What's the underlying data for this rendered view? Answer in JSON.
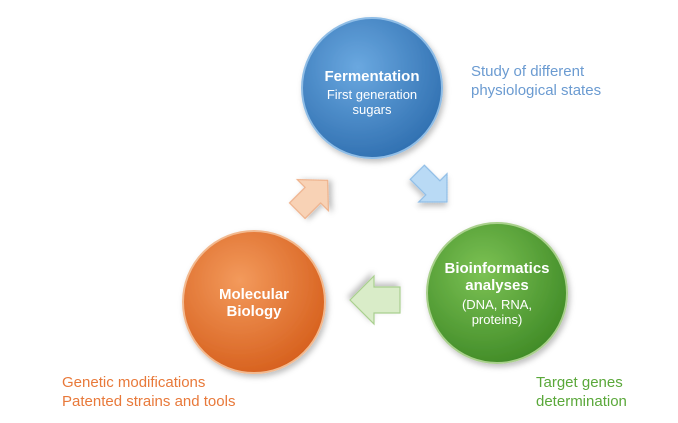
{
  "colors": {
    "fermentation": "#3f86c9",
    "bioinformatics": "#5aa83a",
    "molecular": "#e8742f",
    "arrow_blue": "#b9daf5",
    "arrow_green": "#d9ecc8",
    "arrow_orange": "#f8d2b5"
  },
  "nodes": {
    "fermentation": {
      "title": "Fermentation",
      "subtitle_line1": "First generation",
      "subtitle_line2": "sugars"
    },
    "bioinformatics": {
      "title_line1": "Bioinformatics",
      "title_line2": "analyses",
      "subtitle_line1": "(DNA, RNA,",
      "subtitle_line2": "proteins)"
    },
    "molecular": {
      "title_line1": "Molecular",
      "title_line2": "Biology"
    }
  },
  "notes": {
    "fermentation": {
      "line1": "Study of different",
      "line2": "physiological states"
    },
    "molecular": {
      "line1": "Genetic modifications",
      "line2": "Patented strains and tools"
    },
    "bioinformatics": {
      "line1": "Target genes",
      "line2": "determination"
    }
  }
}
